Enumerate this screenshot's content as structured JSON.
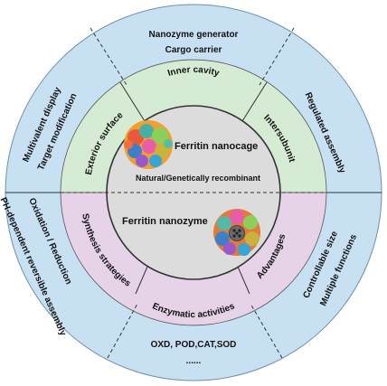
{
  "center": {
    "upper_title": "Ferritin nanocage",
    "upper_subtitle": "Natural/Genetically recombinant",
    "lower_title": "Ferritin nanozyme"
  },
  "middle_ring": {
    "inner_cavity": "Inner cavity",
    "exterior_surface": "Exterior surface",
    "intersubunit": "Intersubunit",
    "synthesis_strategies": "Synthesis strategies",
    "enzymatic_activities": "Enzymatic activities",
    "advantages": "Advantages"
  },
  "outer_ring": {
    "top_line1": "Nanozyme generator",
    "top_line2": "Cargo carrier",
    "left_top_line1": "Multivalent display",
    "left_top_line2": "Target modification",
    "right_top": "Regulated assembly",
    "left_bottom_line1": "Oxidation / Reduction",
    "left_bottom_line2": "PH-dependent reversible assembly",
    "bottom_line1": "OXD, POD,CAT,SOD",
    "bottom_line2": "......",
    "right_bottom_line1": "Controllable size",
    "right_bottom_line2": "Multiple functions"
  },
  "colors": {
    "outer_ring": "#c8e1f2",
    "upper_middle_ring": "#d6ebd3",
    "lower_middle_ring": "#e6d3e8",
    "center_disc": "#d8d8d8",
    "line": "#333333"
  },
  "icons": [
    "ferritin-protein-cage-icon",
    "ferritin-nanozyme-icon"
  ]
}
